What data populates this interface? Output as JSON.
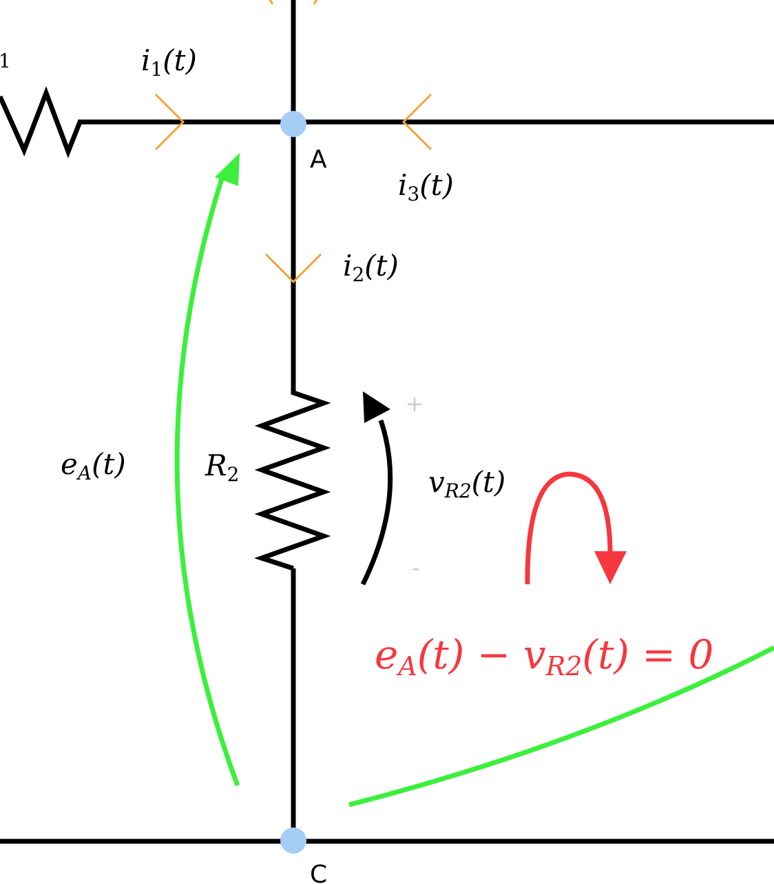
{
  "diagram": {
    "nodes": {
      "A": {
        "label": "A"
      },
      "C": {
        "label": "C"
      }
    },
    "currents": {
      "i1": {
        "main": "i",
        "sub": "1",
        "rest": "(t)"
      },
      "i2": {
        "main": "i",
        "sub": "2",
        "rest": "(t)"
      },
      "i3": {
        "main": "i",
        "sub": "3",
        "rest": "(t)"
      }
    },
    "resistors": {
      "R2": {
        "main": "R",
        "sub": "2"
      },
      "R1_partial_sub": "1"
    },
    "voltages": {
      "eA": {
        "main": "e",
        "sub": "A",
        "rest": "(t)"
      },
      "vR2": {
        "main": "v",
        "sub": "R2",
        "rest": "(t)"
      },
      "plus": "+",
      "minus": "-"
    },
    "equation": {
      "part1_main": "e",
      "part1_sub": "A",
      "part1_rest": "(t) − ",
      "part2_main": "v",
      "part2_sub": "R2",
      "part2_rest": "(t) = 0"
    },
    "colors": {
      "wire": "#000000",
      "node": "#a6cdf5",
      "current_arrow": "#f5a33a",
      "voltage_green": "#3cef3c",
      "kvl_red": "#f7373d",
      "sign_gray": "#cccccc"
    }
  }
}
